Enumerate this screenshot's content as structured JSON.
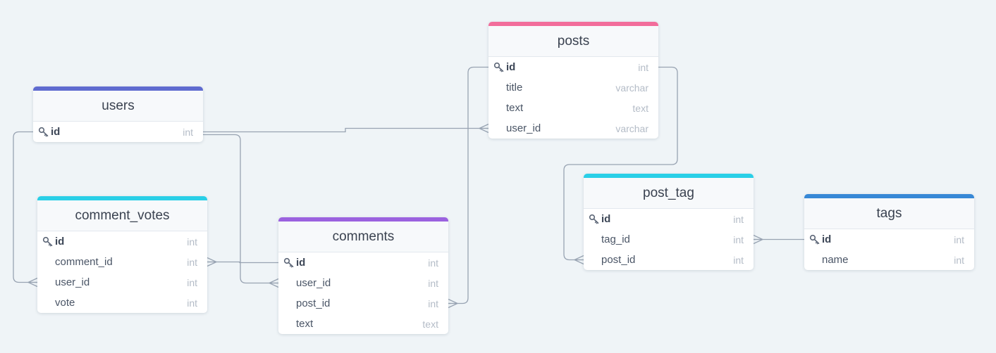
{
  "colors": {
    "background": "#eff4f7",
    "connector": "#98a3b2",
    "users": "#5f6bd0",
    "comment_votes": "#29cfe7",
    "comments": "#9b62df",
    "posts": "#f26d9b",
    "post_tag": "#29cfe7",
    "tags": "#3788d6"
  },
  "tables": {
    "users": {
      "name": "users",
      "fields": [
        {
          "name": "id",
          "type": "int",
          "pk": true
        }
      ]
    },
    "comment_votes": {
      "name": "comment_votes",
      "fields": [
        {
          "name": "id",
          "type": "int",
          "pk": true
        },
        {
          "name": "comment_id",
          "type": "int"
        },
        {
          "name": "user_id",
          "type": "int"
        },
        {
          "name": "vote",
          "type": "int"
        }
      ]
    },
    "comments": {
      "name": "comments",
      "fields": [
        {
          "name": "id",
          "type": "int",
          "pk": true
        },
        {
          "name": "user_id",
          "type": "int"
        },
        {
          "name": "post_id",
          "type": "int"
        },
        {
          "name": "text",
          "type": "text"
        }
      ]
    },
    "posts": {
      "name": "posts",
      "fields": [
        {
          "name": "id",
          "type": "int",
          "pk": true
        },
        {
          "name": "title",
          "type": "varchar"
        },
        {
          "name": "text",
          "type": "text"
        },
        {
          "name": "user_id",
          "type": "varchar"
        }
      ]
    },
    "post_tag": {
      "name": "post_tag",
      "fields": [
        {
          "name": "id",
          "type": "int",
          "pk": true
        },
        {
          "name": "tag_id",
          "type": "int"
        },
        {
          "name": "post_id",
          "type": "int"
        }
      ]
    },
    "tags": {
      "name": "tags",
      "fields": [
        {
          "name": "id",
          "type": "int",
          "pk": true
        },
        {
          "name": "name",
          "type": "int"
        }
      ]
    }
  },
  "relations": [
    {
      "from": "users.id",
      "to": "posts.user_id",
      "cardinality": "one-to-many"
    },
    {
      "from": "users.id",
      "to": "comment_votes.user_id",
      "cardinality": "one-to-many"
    },
    {
      "from": "users.id",
      "to": "comments.user_id",
      "cardinality": "one-to-many"
    },
    {
      "from": "comments.id",
      "to": "comment_votes.comment_id",
      "cardinality": "one-to-many"
    },
    {
      "from": "posts.id",
      "to": "comments.post_id",
      "cardinality": "one-to-many"
    },
    {
      "from": "posts.id",
      "to": "post_tag.post_id",
      "cardinality": "one-to-many"
    },
    {
      "from": "tags.id",
      "to": "post_tag.tag_id",
      "cardinality": "one-to-many"
    }
  ]
}
